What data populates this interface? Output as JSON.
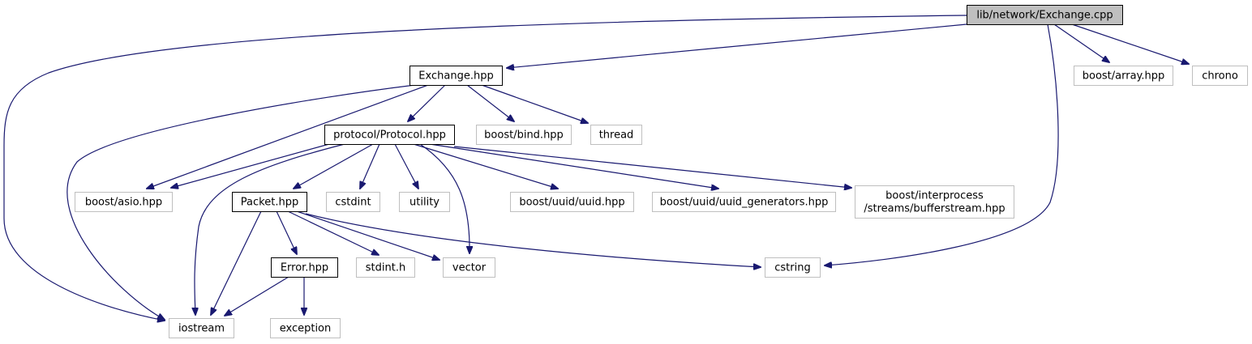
{
  "colors": {
    "edge": "#191970",
    "root_fill": "#bfbfbf",
    "root_border": "#000000",
    "documented_border": "#000000",
    "external_border": "#bfbfbf",
    "background": "#ffffff"
  },
  "nodes": [
    {
      "id": "exchange_cpp",
      "kind": "root",
      "lines": [
        "lib/network/Exchange.cpp"
      ]
    },
    {
      "id": "exchange_hpp",
      "kind": "documented",
      "lines": [
        "Exchange.hpp"
      ]
    },
    {
      "id": "boost_array",
      "kind": "external",
      "lines": [
        "boost/array.hpp"
      ]
    },
    {
      "id": "chrono",
      "kind": "external",
      "lines": [
        "chrono"
      ]
    },
    {
      "id": "protocol_hpp",
      "kind": "documented",
      "lines": [
        "protocol/Protocol.hpp"
      ]
    },
    {
      "id": "boost_bind",
      "kind": "external",
      "lines": [
        "boost/bind.hpp"
      ]
    },
    {
      "id": "thread",
      "kind": "external",
      "lines": [
        "thread"
      ]
    },
    {
      "id": "boost_asio",
      "kind": "external",
      "lines": [
        "boost/asio.hpp"
      ]
    },
    {
      "id": "packet_hpp",
      "kind": "documented",
      "lines": [
        "Packet.hpp"
      ]
    },
    {
      "id": "cstdint",
      "kind": "external",
      "lines": [
        "cstdint"
      ]
    },
    {
      "id": "utility",
      "kind": "external",
      "lines": [
        "utility"
      ]
    },
    {
      "id": "uuid_hpp",
      "kind": "external",
      "lines": [
        "boost/uuid/uuid.hpp"
      ]
    },
    {
      "id": "uuid_gen",
      "kind": "external",
      "lines": [
        "boost/uuid/uuid_generators.hpp"
      ]
    },
    {
      "id": "bufferstream",
      "kind": "external",
      "lines": [
        "boost/interprocess",
        "/streams/bufferstream.hpp"
      ]
    },
    {
      "id": "error_hpp",
      "kind": "documented",
      "lines": [
        "Error.hpp"
      ]
    },
    {
      "id": "stdint_h",
      "kind": "external",
      "lines": [
        "stdint.h"
      ]
    },
    {
      "id": "vector",
      "kind": "external",
      "lines": [
        "vector"
      ]
    },
    {
      "id": "cstring",
      "kind": "external",
      "lines": [
        "cstring"
      ]
    },
    {
      "id": "iostream",
      "kind": "external",
      "lines": [
        "iostream"
      ]
    },
    {
      "id": "exception",
      "kind": "external",
      "lines": [
        "exception"
      ]
    }
  ],
  "edges": [
    {
      "from": "exchange_cpp",
      "to": "exchange_hpp"
    },
    {
      "from": "exchange_cpp",
      "to": "iostream"
    },
    {
      "from": "exchange_cpp",
      "to": "boost_array"
    },
    {
      "from": "exchange_cpp",
      "to": "chrono"
    },
    {
      "from": "exchange_cpp",
      "to": "cstring"
    },
    {
      "from": "exchange_hpp",
      "to": "protocol_hpp"
    },
    {
      "from": "exchange_hpp",
      "to": "boost_bind"
    },
    {
      "from": "exchange_hpp",
      "to": "thread"
    },
    {
      "from": "exchange_hpp",
      "to": "boost_asio"
    },
    {
      "from": "exchange_hpp",
      "to": "iostream"
    },
    {
      "from": "protocol_hpp",
      "to": "boost_asio"
    },
    {
      "from": "protocol_hpp",
      "to": "packet_hpp"
    },
    {
      "from": "protocol_hpp",
      "to": "cstdint"
    },
    {
      "from": "protocol_hpp",
      "to": "utility"
    },
    {
      "from": "protocol_hpp",
      "to": "uuid_hpp"
    },
    {
      "from": "protocol_hpp",
      "to": "uuid_gen"
    },
    {
      "from": "protocol_hpp",
      "to": "bufferstream"
    },
    {
      "from": "protocol_hpp",
      "to": "vector"
    },
    {
      "from": "protocol_hpp",
      "to": "iostream"
    },
    {
      "from": "packet_hpp",
      "to": "error_hpp"
    },
    {
      "from": "packet_hpp",
      "to": "stdint_h"
    },
    {
      "from": "packet_hpp",
      "to": "vector"
    },
    {
      "from": "packet_hpp",
      "to": "cstring"
    },
    {
      "from": "packet_hpp",
      "to": "iostream"
    },
    {
      "from": "error_hpp",
      "to": "iostream"
    },
    {
      "from": "error_hpp",
      "to": "exception"
    }
  ]
}
